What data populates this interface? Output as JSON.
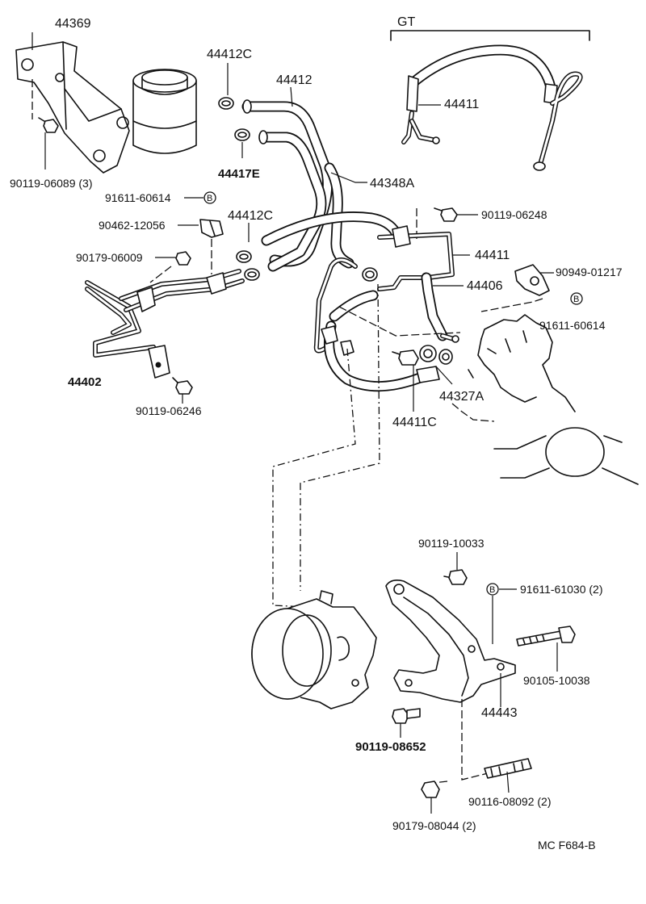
{
  "group": {
    "label": "GT"
  },
  "parts": {
    "p44369": "44369",
    "p90119_06089": "90119-06089 (3)",
    "p44412C_top": "44412C",
    "p44412": "44412",
    "p44417E": "44417E",
    "p44411_gt": "44411",
    "p44348A": "44348A",
    "p91611_60614_left": "91611-60614",
    "p90462_12056": "90462-12056",
    "p44412C_mid": "44412C",
    "p90119_06248": "90119-06248",
    "p90179_06009": "90179-06009",
    "p44411_mid": "44411",
    "p90949_01217": "90949-01217",
    "p44406": "44406",
    "p91611_60614_right": "91611-60614",
    "p44402": "44402",
    "p44327A": "44327A",
    "p44411C": "44411C",
    "p90119_06246": "90119-06246",
    "p90119_10033": "90119-10033",
    "p91611_61030": "91611-61030 (2)",
    "p90105_10038": "90105-10038",
    "p44443": "44443",
    "p90119_08652": "90119-08652",
    "p90116_08092": "90116-08092 (2)",
    "p90179_08044": "90179-08044 (2)"
  },
  "markers": {
    "b": "B"
  },
  "footer": {
    "code": "MC F684-B"
  }
}
